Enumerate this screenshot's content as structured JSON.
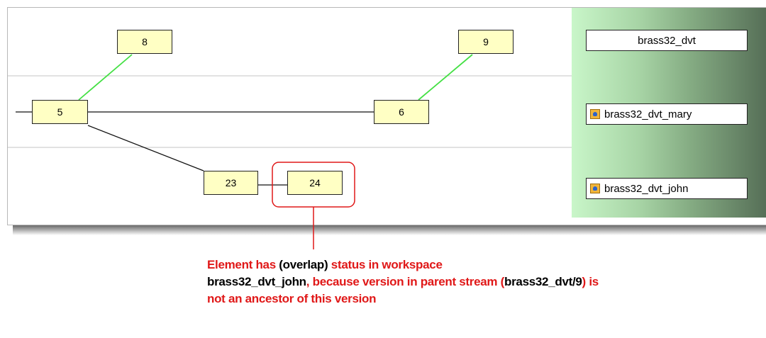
{
  "colors": {
    "node_fill": "#ffffc4",
    "merge_line": "#44e044",
    "callout_text": "#e01818",
    "highlight_ring": "#e01818"
  },
  "versions": {
    "v5": "5",
    "v6": "6",
    "v8": "8",
    "v9": "9",
    "v23": "23",
    "v24": "24"
  },
  "streams": {
    "parent": "brass32_dvt",
    "mary": "brass32_dvt_mary",
    "john": "brass32_dvt_john"
  },
  "stream_icons": {
    "mary": "workspace-icon",
    "john": "workspace-icon"
  },
  "callout": {
    "part1": "Element has ",
    "part2": "(overlap)",
    "part3": " status in workspace ",
    "part4": "brass32_dvt_john",
    "part5": ", because version in parent stream (",
    "part6": "brass32_dvt/9",
    "part7": ") is not an ancestor of this version"
  }
}
